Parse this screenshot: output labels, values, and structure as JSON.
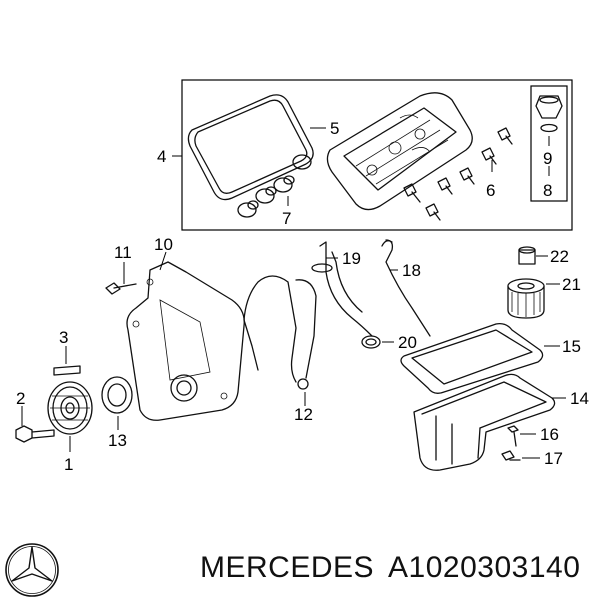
{
  "brand": "MERCEDES",
  "part_number": "A1020303140",
  "logo": {
    "icon": "mercedes-star-icon",
    "color": "#111111"
  },
  "callouts": {
    "c1": "1",
    "c2": "2",
    "c3": "3",
    "c4": "4",
    "c5": "5",
    "c6": "6",
    "c7": "7",
    "c8": "8",
    "c9": "9",
    "c10": "10",
    "c11": "11",
    "c12": "12",
    "c13": "13",
    "c14": "14",
    "c15": "15",
    "c16": "16",
    "c17": "17",
    "c18": "18",
    "c19": "19",
    "c20": "20",
    "c21": "21",
    "c22": "22"
  }
}
